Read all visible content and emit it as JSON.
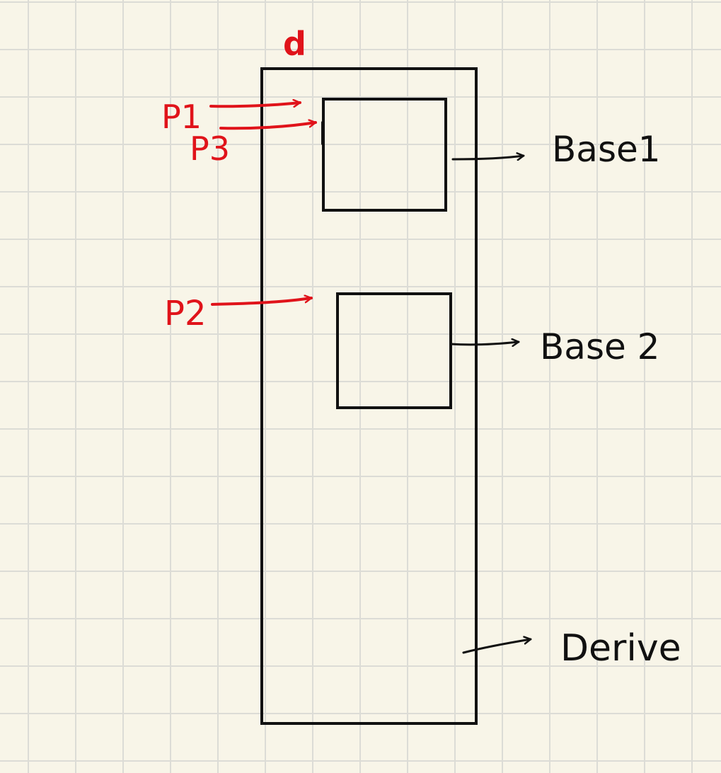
{
  "diagram": {
    "variable_label": "d",
    "pointers": {
      "p1": "P1",
      "p3": "P3",
      "p2": "P2"
    },
    "boxes": {
      "base1": "Base1",
      "base2": "Base 2",
      "derive": "Derive"
    },
    "colors": {
      "ink": "#111111",
      "pointer": "#e0131a",
      "paper": "#f8f5e8",
      "grid": "#dcdcd6"
    }
  }
}
